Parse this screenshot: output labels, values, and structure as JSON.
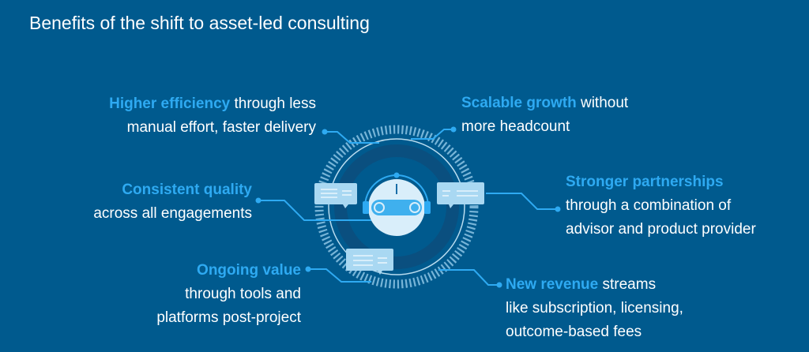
{
  "title": "Benefits of the shift to asset-led consulting",
  "colors": {
    "background": "#005a8e",
    "highlight": "#2eaaf2",
    "text": "#ffffff",
    "connector": "#2eaaf2",
    "bubble": "#a9d8f2",
    "robot_face": "#d9eefa"
  },
  "callouts": [
    {
      "id": "higher-efficiency",
      "highlight": "Higher efficiency",
      "line1_rest": " through less",
      "line2": "manual effort, faster delivery",
      "line3": ""
    },
    {
      "id": "scalable-growth",
      "highlight": "Scalable growth",
      "line1_rest": " without",
      "line2": "more headcount",
      "line3": ""
    },
    {
      "id": "consistent-quality",
      "highlight": "Consistent quality",
      "line1_rest": "",
      "line2": "across all engagements",
      "line3": ""
    },
    {
      "id": "stronger-partnerships",
      "highlight": "Stronger partnerships",
      "line1_rest": "",
      "line2": "through a combination of",
      "line3": "advisor and product provider"
    },
    {
      "id": "ongoing-value",
      "highlight": "Ongoing value",
      "line1_rest": "",
      "line2": "through tools and",
      "line3": "platforms post-project"
    },
    {
      "id": "new-revenue",
      "highlight": "New revenue",
      "line1_rest": " streams",
      "line2": "like subscription, licensing,",
      "line3": "outcome-based fees"
    }
  ],
  "icons": {
    "center": "robot-assistant-icon",
    "bubbles": [
      "chat-bubble-icon",
      "chat-bubble-icon",
      "chat-bubble-icon"
    ]
  }
}
